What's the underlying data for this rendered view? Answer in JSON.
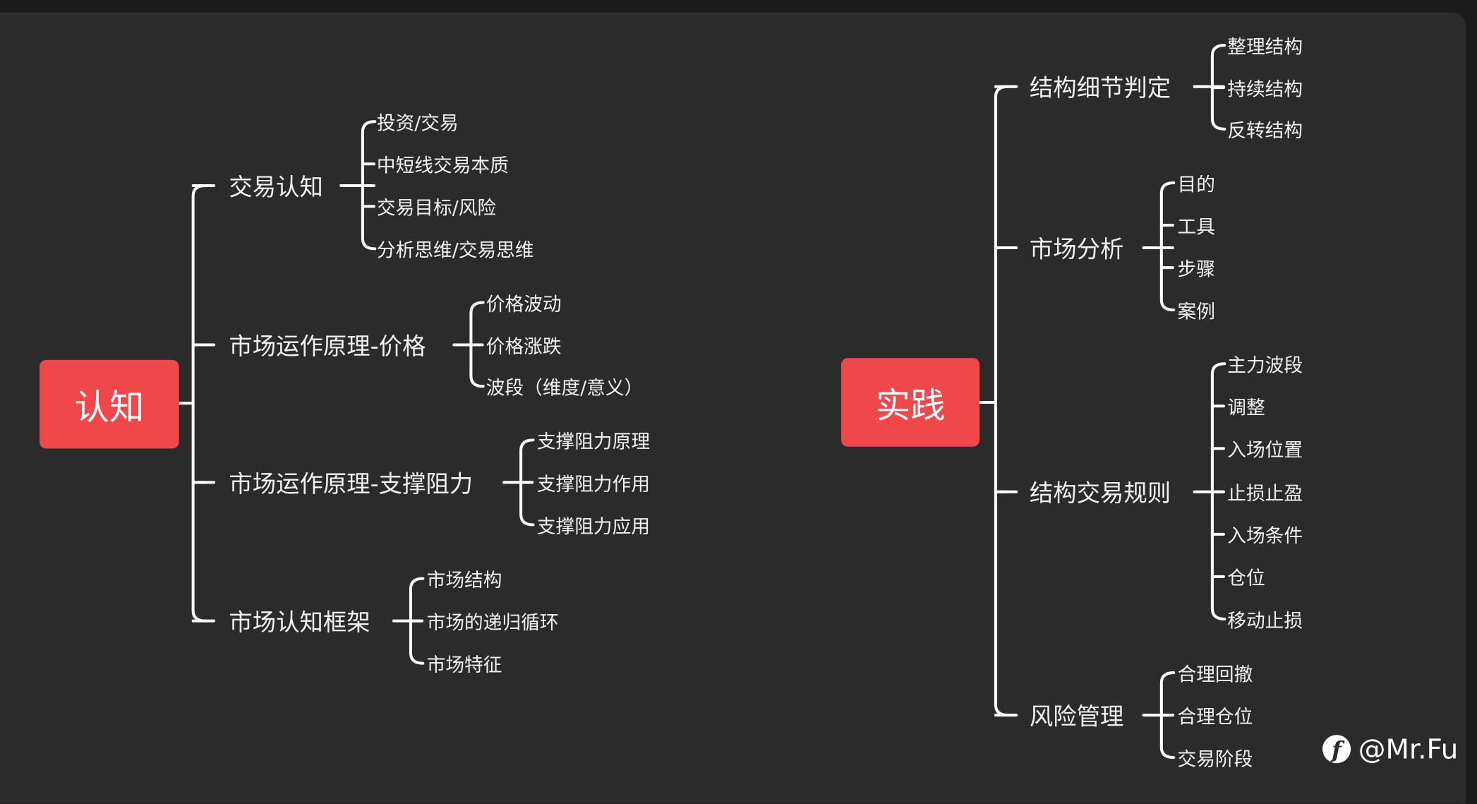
{
  "left": {
    "root": "认知",
    "branches": [
      {
        "label": "交易认知",
        "children": [
          "投资/交易",
          "中短线交易本质",
          "交易目标/风险",
          "分析思维/交易思维"
        ]
      },
      {
        "label": "市场运作原理-价格",
        "children": [
          "价格波动",
          "价格涨跌",
          "波段（维度/意义）"
        ]
      },
      {
        "label": "市场运作原理-支撑阻力",
        "children": [
          "支撑阻力原理",
          "支撑阻力作用",
          "支撑阻力应用"
        ]
      },
      {
        "label": "市场认知框架",
        "children": [
          "市场结构",
          "市场的递归循环",
          "市场特征"
        ]
      }
    ]
  },
  "right": {
    "root": "实践",
    "branches": [
      {
        "label": "结构细节判定",
        "children": [
          "整理结构",
          "持续结构",
          "反转结构"
        ]
      },
      {
        "label": "市场分析",
        "children": [
          "目的",
          "工具",
          "步骤",
          "案例"
        ]
      },
      {
        "label": "结构交易规则",
        "children": [
          "主力波段",
          "调整",
          "入场位置",
          "止损止盈",
          "入场条件",
          "仓位",
          "移动止损"
        ]
      },
      {
        "label": "风险管理",
        "children": [
          "合理回撤",
          "合理仓位",
          "交易阶段"
        ]
      }
    ]
  },
  "watermark": {
    "icon": "facebook-icon",
    "text": "@Mr.Fu"
  },
  "colors": {
    "root": "#f0484a",
    "background": "#2b2b2b",
    "line": "#ffffff"
  }
}
